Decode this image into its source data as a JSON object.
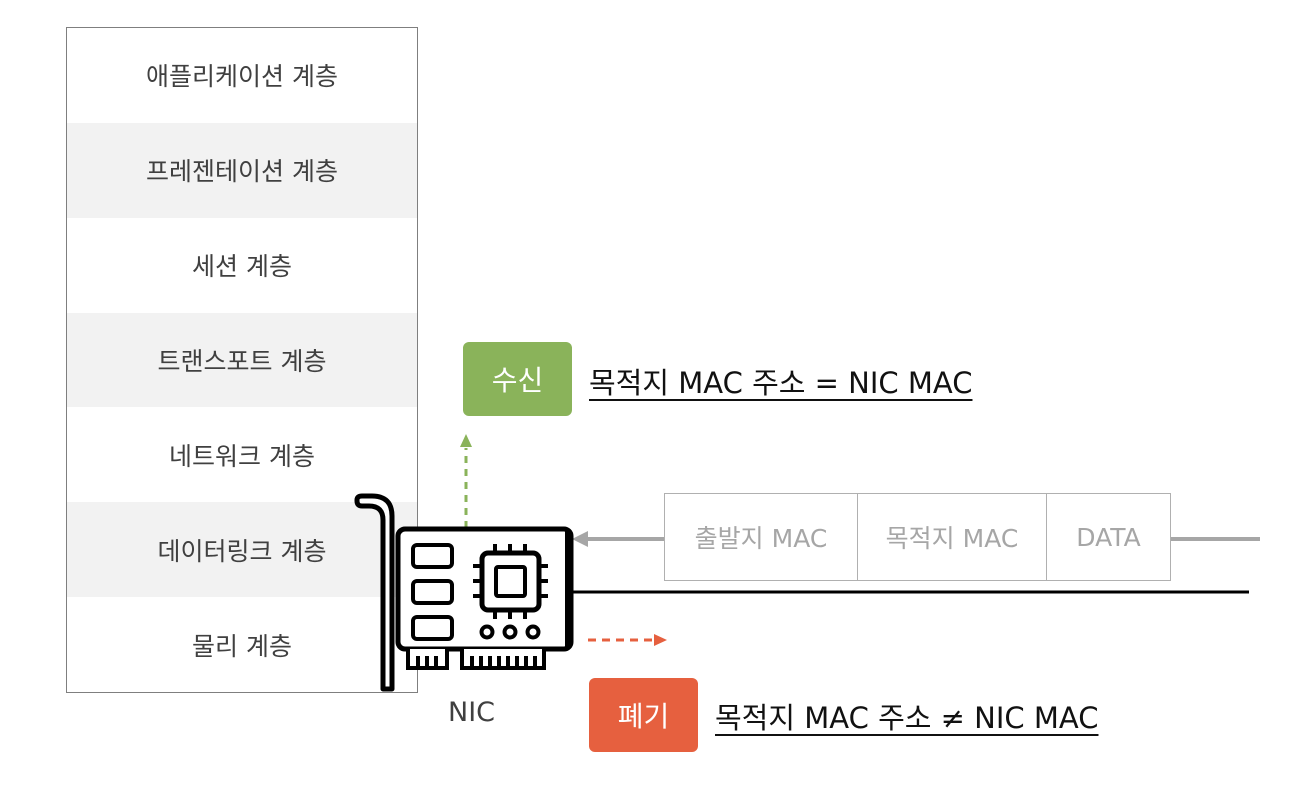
{
  "layers": [
    {
      "label": "애플리케이션 계층"
    },
    {
      "label": "프레젠테이션 계층"
    },
    {
      "label": "세션 계층"
    },
    {
      "label": "트랜스포트 계층"
    },
    {
      "label": "네트워크 계층"
    },
    {
      "label": "데이터링크 계층"
    },
    {
      "label": "물리 계층"
    }
  ],
  "nic": {
    "label": "NIC"
  },
  "receive": {
    "badge": "수신",
    "condition": "목적지 MAC 주소 = NIC MAC",
    "color": "#8ab35a"
  },
  "discard": {
    "badge": "폐기",
    "condition": "목적지 MAC 주소 ≠ NIC MAC",
    "color": "#e6603f"
  },
  "frame": {
    "fields": [
      {
        "label": "출발지 MAC"
      },
      {
        "label": "목적지 MAC"
      },
      {
        "label": "DATA"
      }
    ]
  }
}
